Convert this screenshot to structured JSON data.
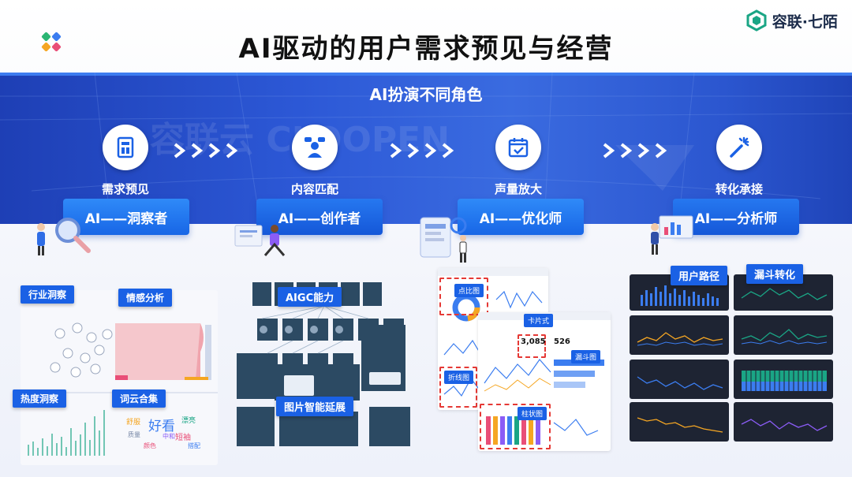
{
  "header": {
    "title": "AI驱动的用户需求预见与经营",
    "brand_name": "容联·七陌",
    "accent": "#1a61e5"
  },
  "banner": {
    "title": "AI扮演不同角色",
    "steps": [
      {
        "label": "需求预见",
        "role": "AI——洞察者",
        "icon": "document-icon"
      },
      {
        "label": "内容匹配",
        "role": "AI——创作者",
        "icon": "presenter-icon"
      },
      {
        "label": "声量放大",
        "role": "AI——优化师",
        "icon": "calendar-check-icon"
      },
      {
        "label": "转化承接",
        "role": "AI——分析师",
        "icon": "magic-wand-icon"
      }
    ]
  },
  "panels": {
    "insight": {
      "industry": "行业洞察",
      "sentiment": "情感分析",
      "heat": "热度洞察",
      "wordcloud": "词云合集",
      "cloud_words": [
        "好看",
        "短袖",
        "舒服",
        "中和",
        "漂亮",
        "质量",
        "搭配",
        "颜色"
      ]
    },
    "creator": {
      "aigc": "AIGC能力",
      "extend": "图片智能延展"
    },
    "optimizer": {
      "pie": "点比图",
      "card": "卡片式",
      "line": "折线图",
      "bar": "柱状图",
      "funnel": "漏斗图",
      "kpi_a": "3,085",
      "kpi_b": "526"
    },
    "analyst": {
      "path": "用户路径",
      "funnel": "漏斗转化"
    }
  }
}
